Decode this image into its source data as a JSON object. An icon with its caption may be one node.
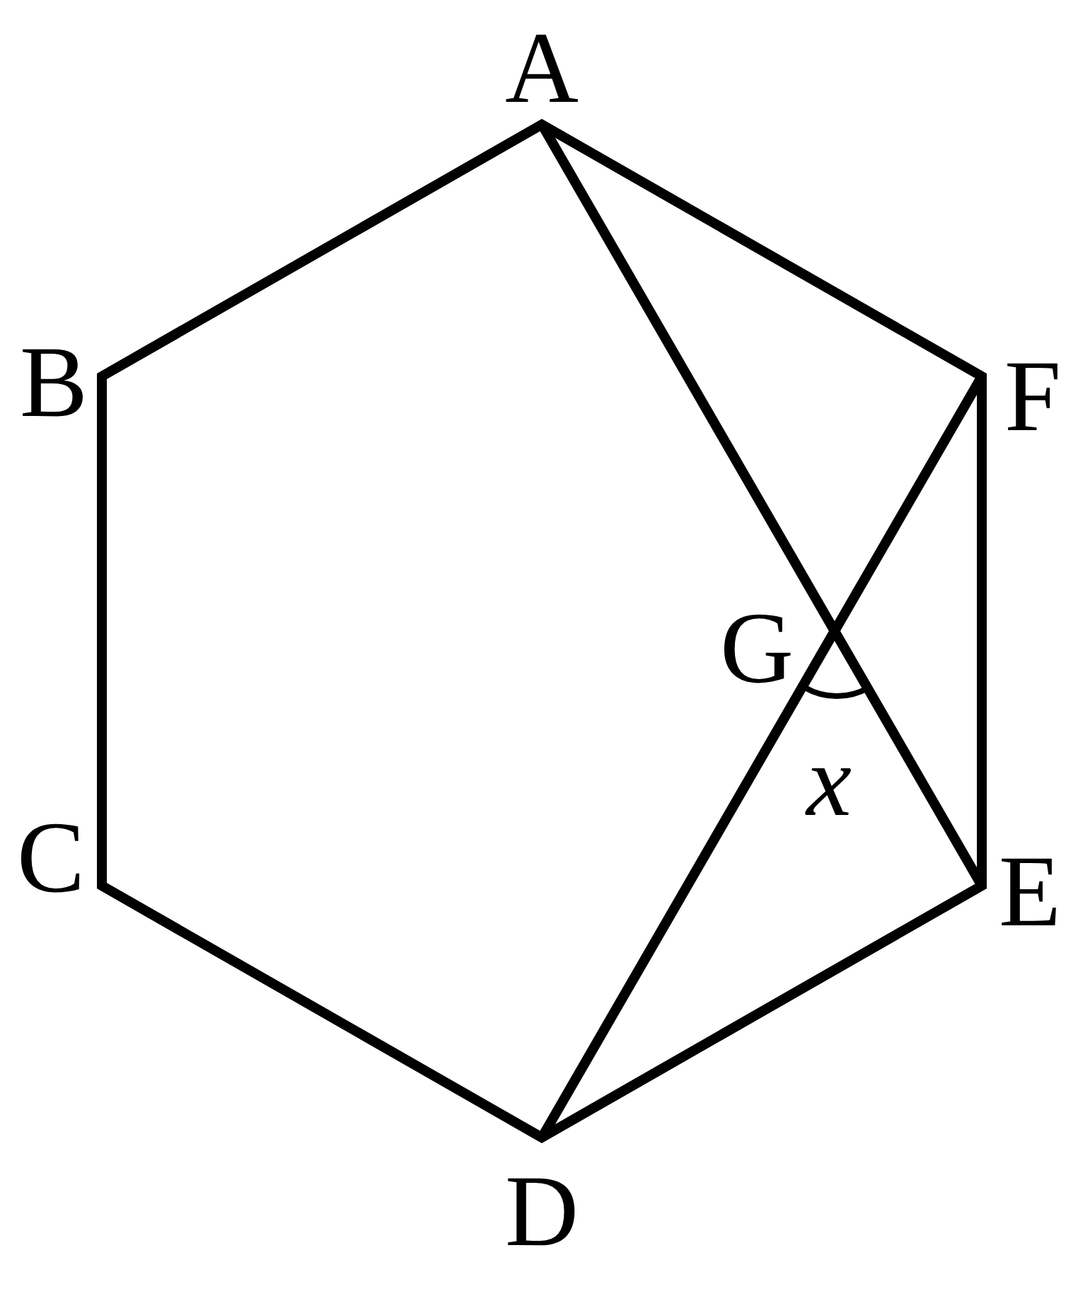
{
  "diagram": {
    "labels": [
      "A",
      "B",
      "F",
      "G",
      "x",
      "C",
      "E",
      "D"
    ]
  }
}
